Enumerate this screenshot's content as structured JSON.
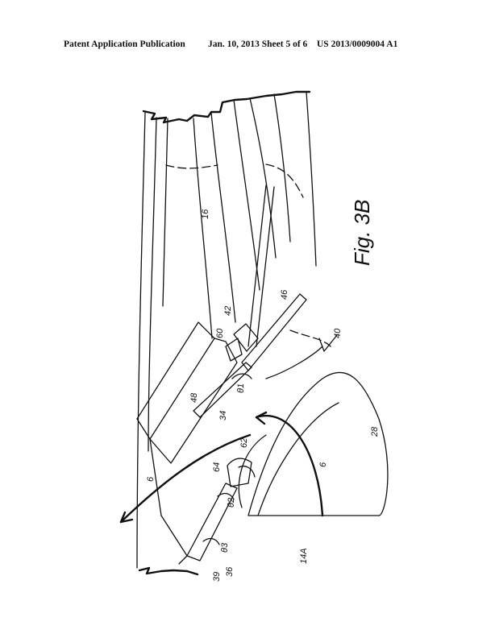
{
  "header": {
    "publication": "Patent Application Publication",
    "date_sheet": "Jan. 10, 2013   Sheet 5 of 6",
    "number": "US 2013/0009004 A1"
  },
  "figure": {
    "caption": "Fig. 3B",
    "labels": {
      "l16": "16",
      "l46": "46",
      "l42": "42",
      "l60": "60",
      "l40": "40",
      "l48": "48",
      "l34": "34",
      "theta1": "θ1",
      "l64": "64",
      "l62": "62",
      "theta2": "θ2",
      "theta3": "θ3",
      "l39": "39",
      "l36": "36",
      "l14a": "14A",
      "l28": "28",
      "g1": "6",
      "g2": "6"
    }
  }
}
